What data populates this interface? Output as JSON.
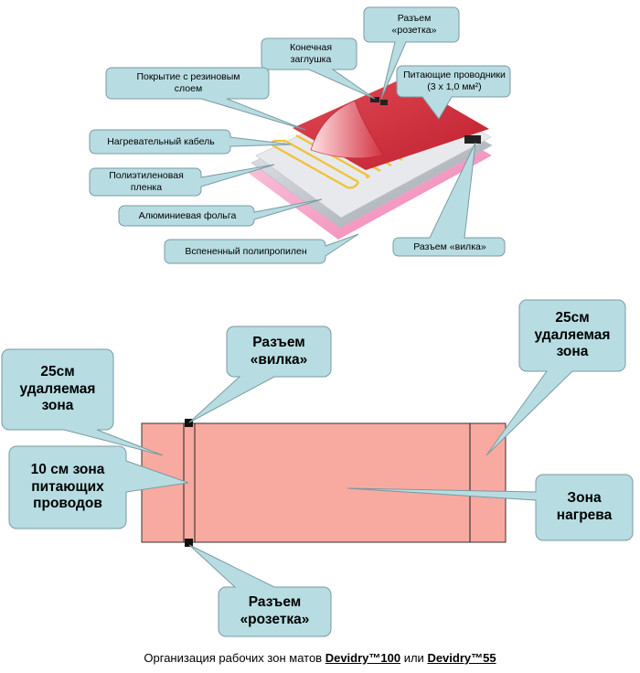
{
  "top_diagram": {
    "labels": {
      "socket": "Разъем\n«розетка»",
      "end_cap": "Конечная\nзаглушка",
      "power_wires": "Питающие проводники\n(3 x 1,0 мм²)",
      "rubber_cover": "Покрытие с резиновым\nслоем",
      "heating_cable": "Нагревательный кабель",
      "pe_film": "Полиэтиленовая\nпленка",
      "aluminum_foil": "Алюминиевая фольга",
      "foam_pp": "Вспененный полипропилен",
      "plug": "Разъем «вилка»"
    }
  },
  "bottom_diagram": {
    "labels": {
      "plug": "Разъем\n«вилка»",
      "removable_left": "25см\nудаляемая\nзона",
      "removable_right": "25см\nудаляемая\nзона",
      "supply_zone": "10 см зона\nпитающих\nпроводов",
      "heating_zone": "Зона\nнагрева",
      "socket": "Разъем\n«розетка»"
    }
  },
  "caption": {
    "prefix": "Организация рабочих зон  матов ",
    "product1": "Devidry™100",
    "middle": " или  ",
    "product2": "Devidry™55"
  },
  "colors": {
    "callout_fill": "#b7dde3",
    "callout_stroke": "#7a9aa0",
    "mat_fill": "#f8aaa0",
    "rubber_top": "#d9303e",
    "cable": "#f1c232",
    "foam": "#f2a7c7",
    "foil": "#cfd3d8"
  }
}
